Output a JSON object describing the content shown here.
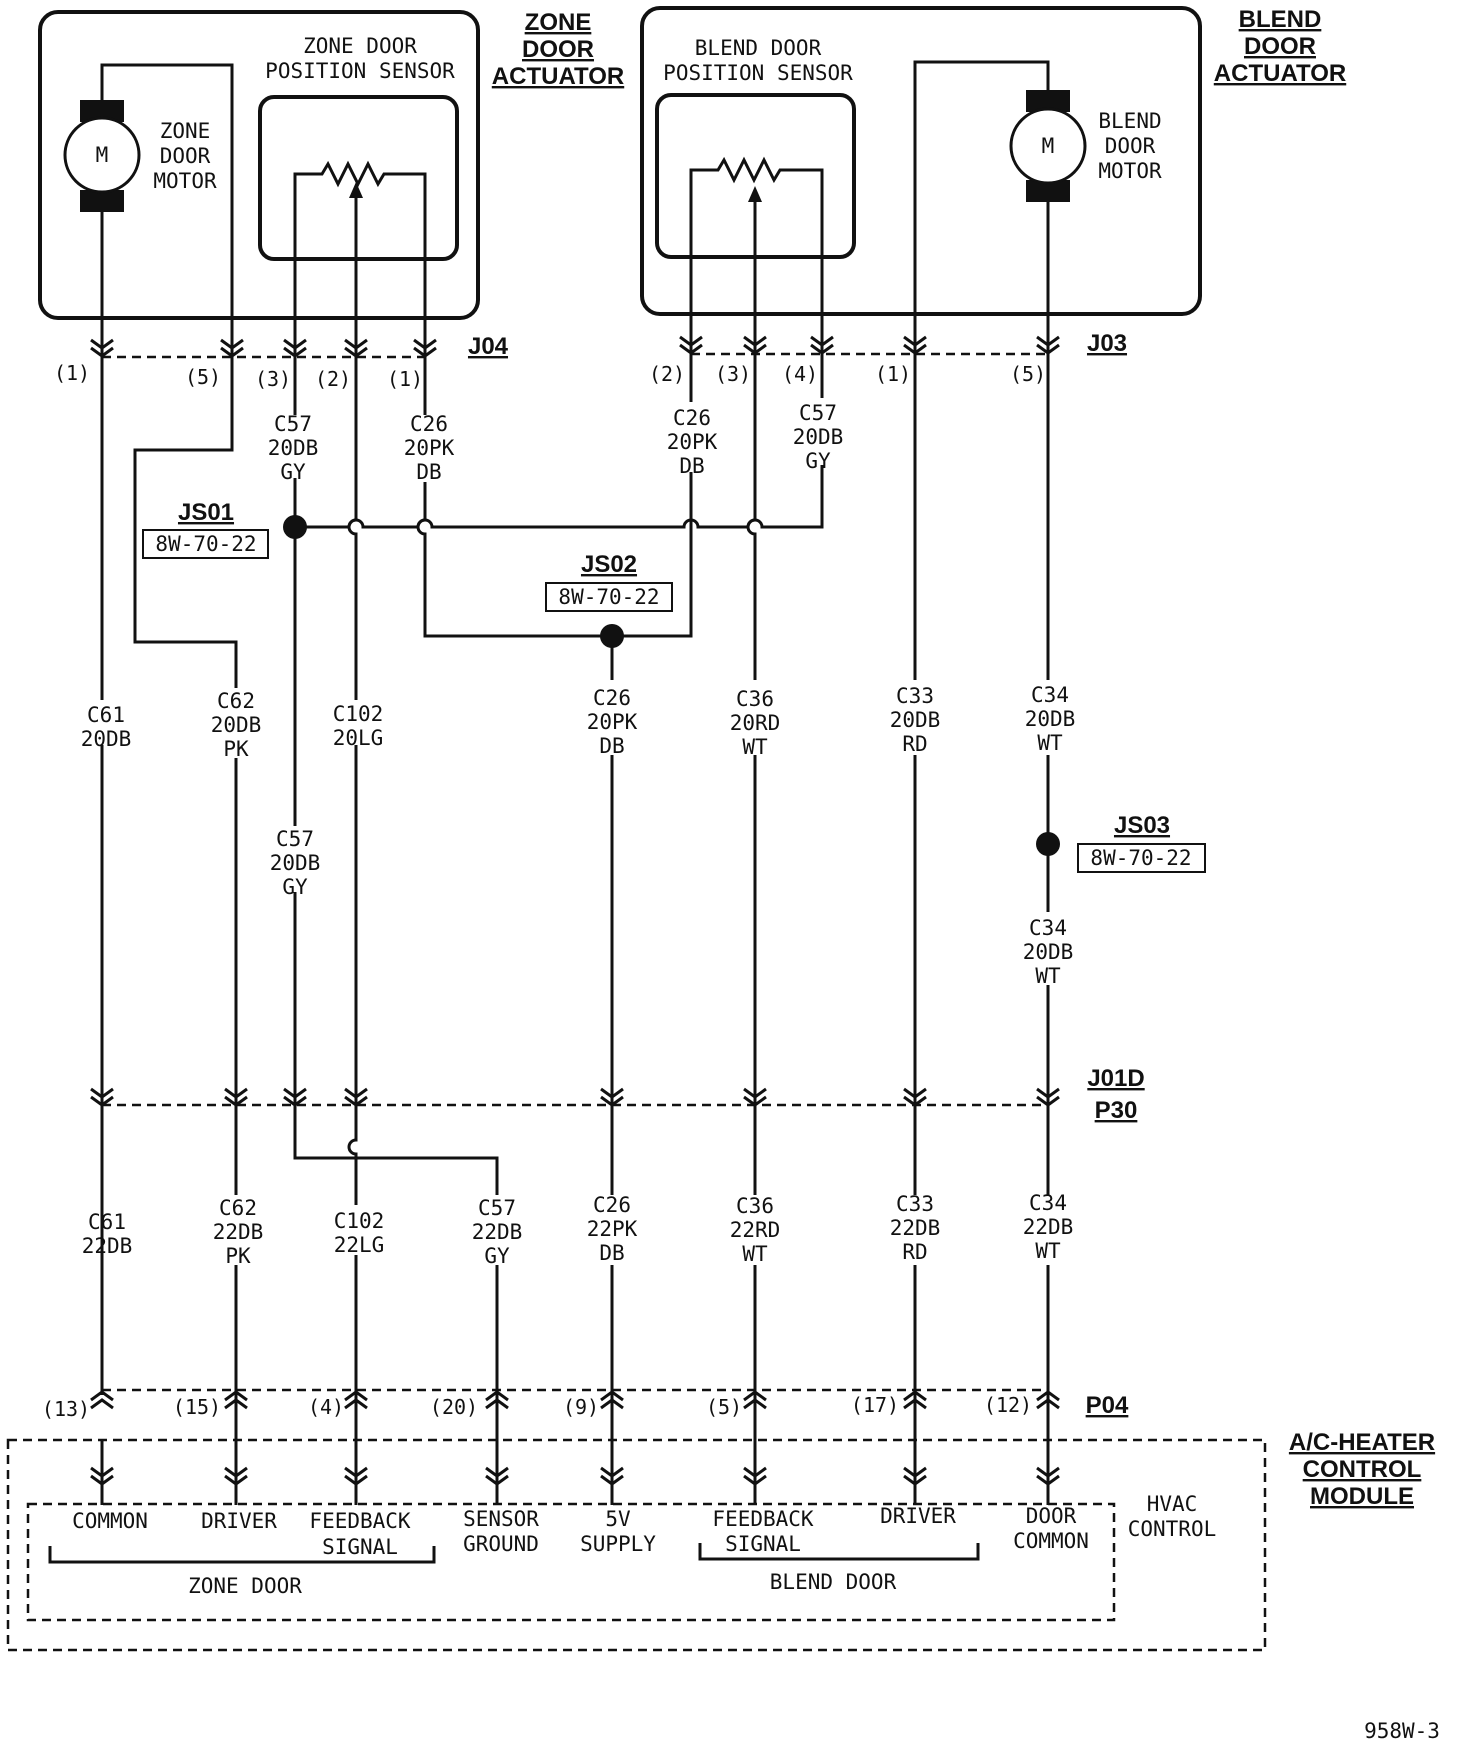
{
  "zone_actuator": {
    "title": [
      "ZONE",
      "DOOR",
      "ACTUATOR"
    ],
    "sensor_label": [
      "ZONE DOOR",
      "POSITION SENSOR"
    ],
    "motor_label": [
      "ZONE",
      "DOOR",
      "MOTOR"
    ],
    "motor_symbol": "M"
  },
  "blend_actuator": {
    "title": [
      "BLEND",
      "DOOR",
      "ACTUATOR"
    ],
    "sensor_label": [
      "BLEND DOOR",
      "POSITION SENSOR"
    ],
    "motor_label": [
      "BLEND",
      "DOOR",
      "MOTOR"
    ],
    "motor_symbol": "M"
  },
  "connectors": {
    "j04": "J04",
    "j03": "J03",
    "j01d": "J01D",
    "p30": "P30",
    "p04": "P04"
  },
  "j04_pins": [
    "(1)",
    "(5)",
    "(3)",
    "(2)",
    "(1)"
  ],
  "j03_pins": [
    "(2)",
    "(3)",
    "(4)",
    "(1)",
    "(5)"
  ],
  "p04_pins": [
    "(13)",
    "(15)",
    "(4)",
    "(20)",
    "(9)",
    "(5)",
    "(17)",
    "(12)"
  ],
  "splices": {
    "js01": {
      "name": "JS01",
      "ref": "8W-70-22"
    },
    "js02": {
      "name": "JS02",
      "ref": "8W-70-22"
    },
    "js03": {
      "name": "JS03",
      "ref": "8W-70-22"
    }
  },
  "wire_labels_upper": {
    "c57_zone": [
      "C57",
      "20DB",
      "GY"
    ],
    "c26_zone": [
      "C26",
      "20PK",
      "DB"
    ],
    "c26_blend": [
      "C26",
      "20PK",
      "DB"
    ],
    "c57_blend": [
      "C57",
      "20DB",
      "GY"
    ]
  },
  "wire_labels_mid": {
    "c61": [
      "C61",
      "20DB"
    ],
    "c62": [
      "C62",
      "20DB",
      "PK"
    ],
    "c102": [
      "C102",
      "20LG"
    ],
    "c57": [
      "C57",
      "20DB",
      "GY"
    ],
    "c26": [
      "C26",
      "20PK",
      "DB"
    ],
    "c36": [
      "C36",
      "20RD",
      "WT"
    ],
    "c33": [
      "C33",
      "20DB",
      "RD"
    ],
    "c34": [
      "C34",
      "20DB",
      "WT"
    ],
    "c34b": [
      "C34",
      "20DB",
      "WT"
    ]
  },
  "wire_labels_lower": {
    "c61": [
      "C61",
      "22DB"
    ],
    "c62": [
      "C62",
      "22DB",
      "PK"
    ],
    "c102": [
      "C102",
      "22LG"
    ],
    "c57": [
      "C57",
      "22DB",
      "GY"
    ],
    "c26": [
      "C26",
      "22PK",
      "DB"
    ],
    "c36": [
      "C36",
      "22RD",
      "WT"
    ],
    "c33": [
      "C33",
      "22DB",
      "RD"
    ],
    "c34": [
      "C34",
      "22DB",
      "WT"
    ]
  },
  "module": {
    "title": [
      "A/C-HEATER",
      "CONTROL",
      "MODULE"
    ],
    "hvac": [
      "HVAC",
      "CONTROL"
    ],
    "terminals": {
      "common": [
        "COMMON"
      ],
      "driver_zone": [
        "DRIVER"
      ],
      "feedback_zone": [
        "FEEDBACK",
        "SIGNAL"
      ],
      "sensor_ground": [
        "SENSOR",
        "GROUND"
      ],
      "supply": [
        "5V",
        "SUPPLY"
      ],
      "feedback_blend": [
        "FEEDBACK",
        "SIGNAL"
      ],
      "driver_blend": [
        "DRIVER"
      ],
      "door_common": [
        "DOOR",
        "COMMON"
      ]
    },
    "group_zone": "ZONE DOOR",
    "group_blend": "BLEND DOOR"
  },
  "figure_id": "958W-3"
}
